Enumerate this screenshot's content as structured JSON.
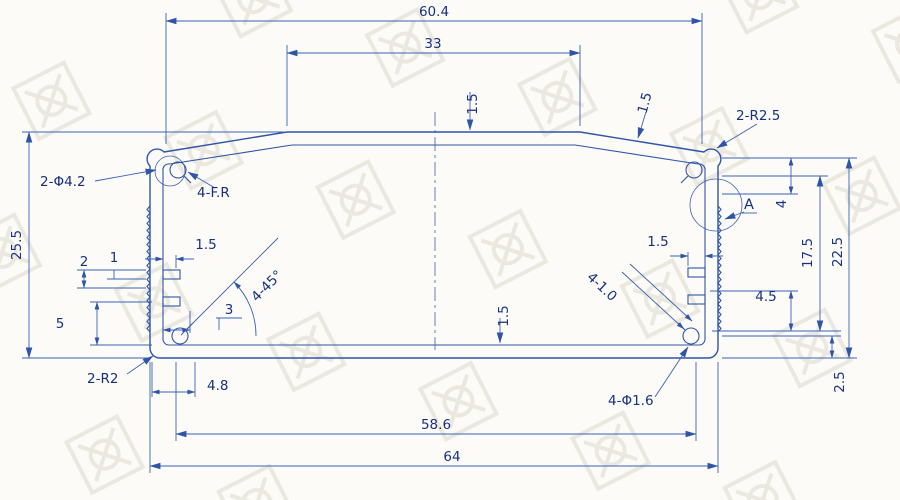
{
  "meta": {
    "type": "technical-drawing-cross-section",
    "line_color": "#2f55a6",
    "text_color": "#163180",
    "background_color": "#fcfbf7",
    "watermark_color": "#eae8df"
  },
  "dims": {
    "top_width": "60.4",
    "top_flat_width": "33",
    "top_wall_thickness": "1.5",
    "slope_wall_thickness": "1.5",
    "top_corner_radius": "2-R2.5",
    "corner_hole_diameter": "2-Φ4.2",
    "corner_fillet": "4-F.R",
    "detail_label": "A",
    "overall_height": "25.5",
    "left_slot_depth": "1.5",
    "slot_pitch": "2",
    "slot_width": "1",
    "slot_bottom_offset": "5",
    "slot_length": "3",
    "corner_chamfer_angle": "4-45°",
    "bottom_wall_thickness": "1.5",
    "rib_thickness": "4-1.0",
    "right_slot_depth": "1.5",
    "right_step_height": "4.5",
    "right_inner_height": "17.5",
    "side_height": "22.5",
    "top_step": "4",
    "bottom_step": "2.5",
    "bottom_corner_radius": "2-R2",
    "screw_boss_offset": "4.8",
    "screw_hole_diameter": "4-Φ1.6",
    "inner_width": "58.6",
    "overall_width": "64"
  }
}
